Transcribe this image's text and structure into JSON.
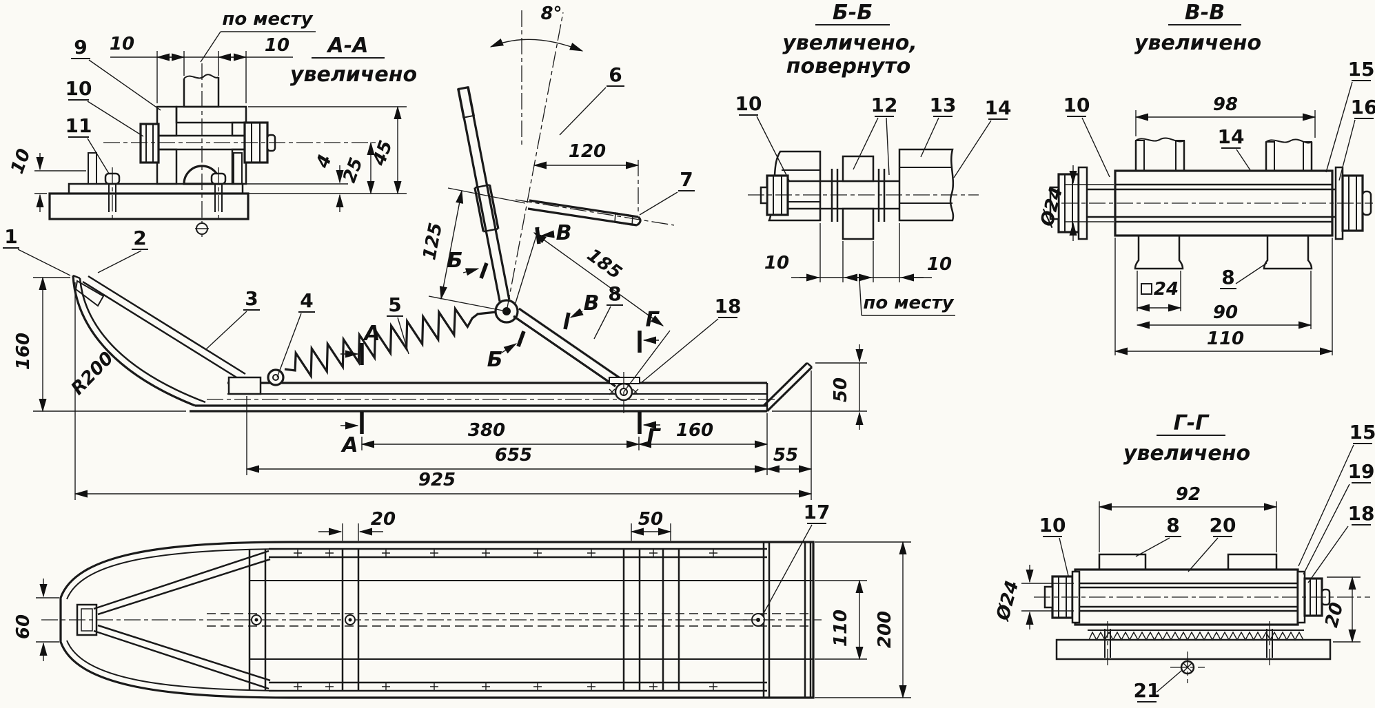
{
  "app": {
    "type": "technical-drawing",
    "language": "ru",
    "subject": "ski-steering-assembly"
  },
  "sections": {
    "aa": {
      "title": "А-А",
      "subtitle": "увеличено"
    },
    "bb": {
      "title": "Б-Б",
      "subtitle": "увеличено,",
      "subtitle2": "повернуто"
    },
    "vv": {
      "title": "В-В",
      "subtitle": "увеличено"
    },
    "gg": {
      "title": "Г-Г",
      "subtitle": "увеличено"
    }
  },
  "notes": {
    "in_place": "по месту"
  },
  "section_marks": {
    "a": "А",
    "b": "Б",
    "v": "В",
    "g": "Г"
  },
  "parts": {
    "p1": "1",
    "p2": "2",
    "p3": "3",
    "p4": "4",
    "p5": "5",
    "p6": "6",
    "p7": "7",
    "p8": "8",
    "p9": "9",
    "p10": "10",
    "p11": "11",
    "p12": "12",
    "p13": "13",
    "p14": "14",
    "p15": "15",
    "p16": "16",
    "p17": "17",
    "p18": "18",
    "p19": "19",
    "p20": "20",
    "p21": "21"
  },
  "dims": {
    "d4": "4",
    "d10": "10",
    "d20": "20",
    "d24_sq": "24",
    "d24_dia": "Ø24",
    "d25": "25",
    "d45": "45",
    "d50": "50",
    "d55": "55",
    "d60": "60",
    "d90": "90",
    "d92": "92",
    "d98": "98",
    "d110": "110",
    "d120": "120",
    "d125": "125",
    "d160": "160",
    "d185": "185",
    "d200": "200",
    "d380": "380",
    "d655": "655",
    "d925": "925",
    "r200": "R200",
    "angle8": "8°"
  }
}
